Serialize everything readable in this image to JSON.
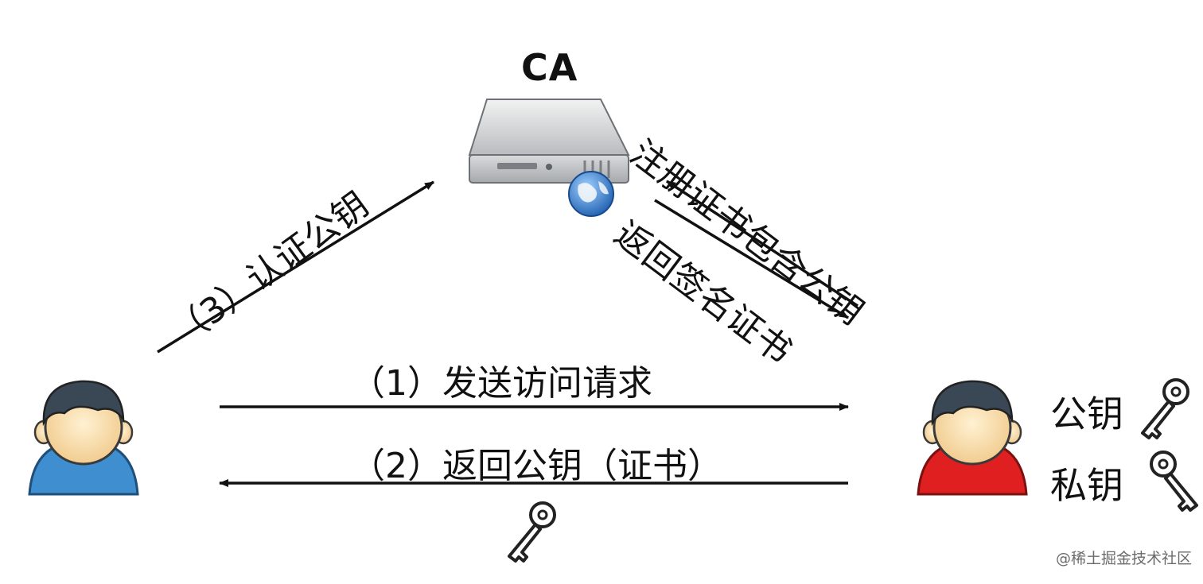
{
  "diagram": {
    "ca_title": "CA",
    "step3_label": "（3）认证公钥",
    "register_label": "注册证书包含公钥",
    "return_cert_label": "返回签名证书",
    "step1_label": "（1）发送访问请求",
    "step2_label": "（2）返回公钥（证书）",
    "public_key_label": "公钥",
    "private_key_label": "私钥"
  },
  "watermark": "@稀土掘金技术社区",
  "colors": {
    "client_shirt": "#3f8fd0",
    "server_shirt": "#e02020",
    "hair": "#3a4754",
    "skin": "#f6d9a6",
    "arrow": "#111111"
  }
}
